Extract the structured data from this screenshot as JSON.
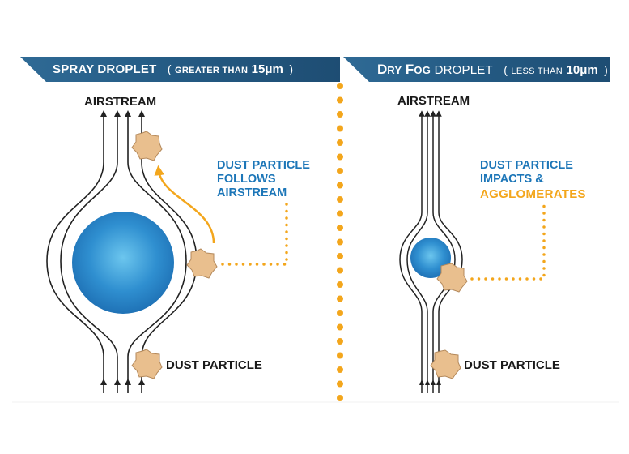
{
  "panels": [
    {
      "id": "spray",
      "banner": {
        "title_main": "SPRAY DROPLET",
        "paren_open": "(",
        "paren_text": "GREATER THAN",
        "size_value": "15μm",
        "paren_close": ")"
      },
      "airstream_label": "AIRSTREAM",
      "callout_lines": [
        "DUST PARTICLE",
        "FOLLOWS",
        "AIRSTREAM"
      ],
      "dust_particle_label": "DUST PARTICLE",
      "droplet_size": "large"
    },
    {
      "id": "dry-fog",
      "banner": {
        "title_first_D": "D",
        "title_first_rest": "RY",
        "title_second_F": "F",
        "title_second_rest": "OG",
        "title_main": "DROPLET",
        "paren_open": "(",
        "paren_text": "LESS THAN",
        "size_value": "10μm",
        "paren_close": ")"
      },
      "airstream_label": "AIRSTREAM",
      "callout_lines": [
        "DUST PARTICLE",
        "IMPACTS &"
      ],
      "callout_highlight": "AGGLOMERATES",
      "dust_particle_label": "DUST PARTICLE",
      "droplet_size": "small"
    }
  ],
  "colors": {
    "banner_blue": "#245a83",
    "accent_orange": "#f3a61c",
    "text_blue": "#1c76b8",
    "droplet_blue": "#2f8fd0",
    "dust_tan": "#e9bf8e",
    "streamline": "#222222"
  }
}
